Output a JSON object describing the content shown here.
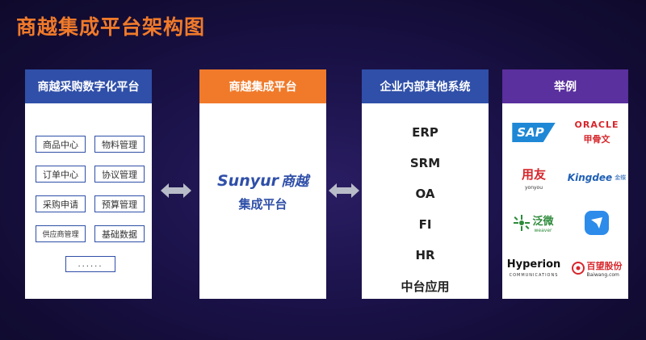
{
  "page": {
    "title": "商越集成平台架构图"
  },
  "panels": {
    "left": {
      "header": "商越采购数字化平台",
      "modules": [
        "商品中心",
        "物料管理",
        "订单中心",
        "协议管理",
        "采购申请",
        "预算管理",
        "供应商管理",
        "基础数据"
      ],
      "more": "......"
    },
    "middle": {
      "header": "商越集成平台",
      "brand_en": "Sunyur",
      "brand_cn": "商越",
      "subtitle": "集成平台"
    },
    "right": {
      "header": "企业内部其他系统",
      "systems": [
        "ERP",
        "SRM",
        "OA",
        "FI",
        "HR",
        "中台应用"
      ]
    },
    "examples": {
      "header": "举例",
      "logos": {
        "sap": "SAP",
        "oracle_en": "ORACLE",
        "oracle_cn": "甲骨文",
        "yonyou_cn": "用友",
        "yonyou_en": "yonyou",
        "kingdee_en": "Kingdee",
        "kingdee_cn": "金蝶",
        "weaver_cn": "泛微",
        "weaver_en": "weaver",
        "hyperion_en": "Hyperion",
        "hyperion_sub": "COMMUNICATIONS",
        "baiwang_cn": "百望股份",
        "baiwang_en": "Baiwang.com"
      }
    }
  },
  "colors": {
    "accent_orange": "#f07a2a",
    "header_blue": "#2f4fa8",
    "header_purple": "#5a2f9e",
    "arrow_gray": "#b8bcc8"
  }
}
